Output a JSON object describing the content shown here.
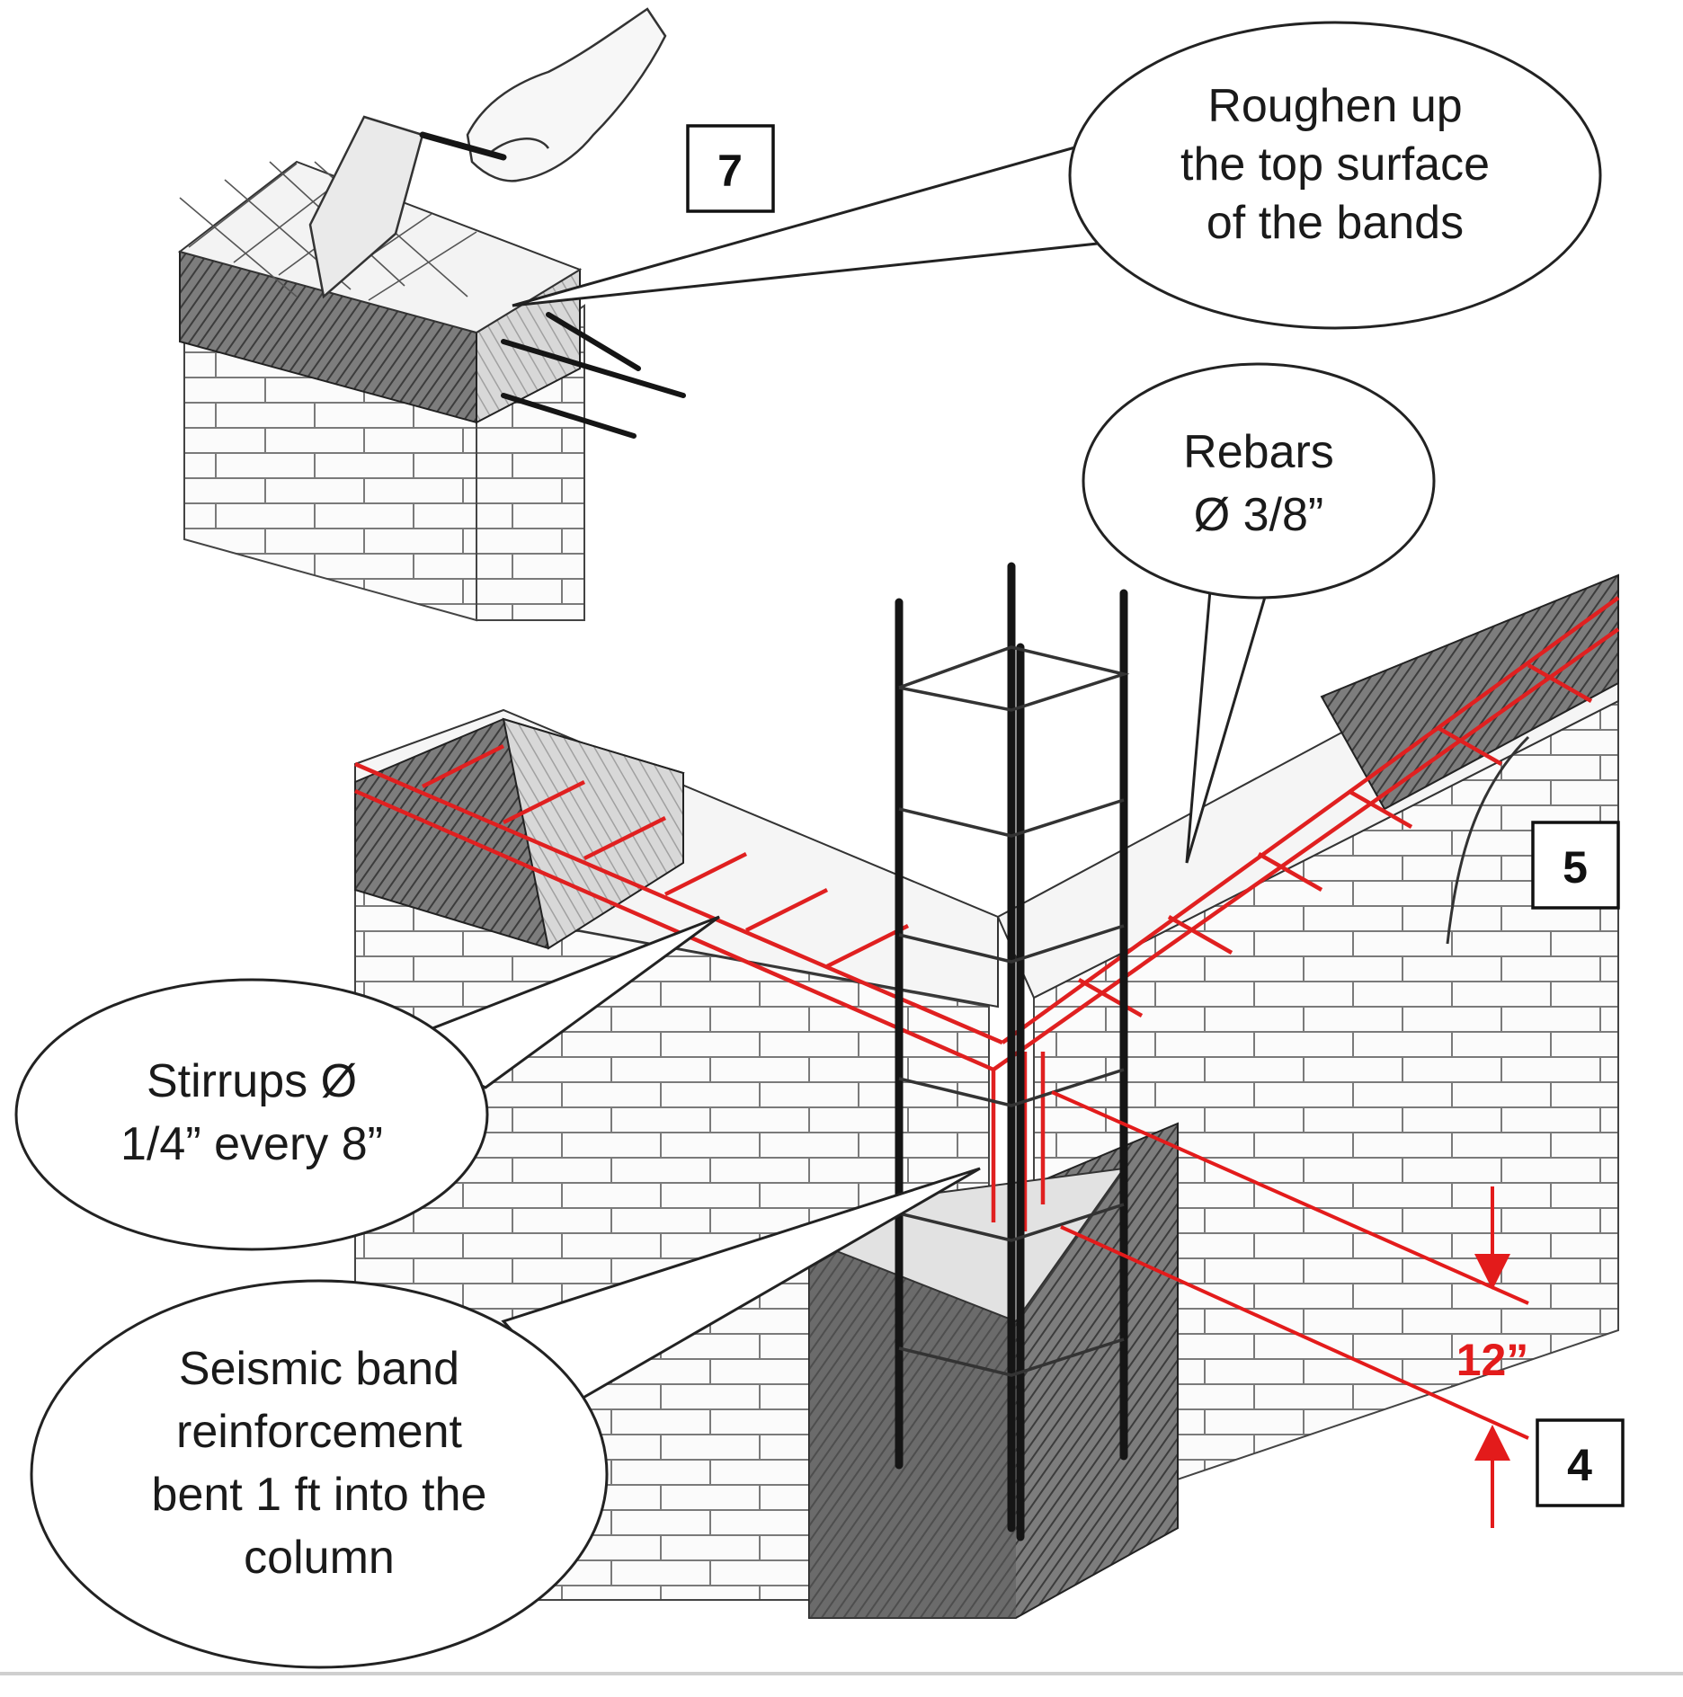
{
  "callouts": {
    "roughen": [
      "Roughen up",
      "the top surface",
      "of the bands"
    ],
    "rebars": [
      "Rebars",
      "Ø 3/8”"
    ],
    "stirrups": [
      "Stirrups Ø",
      "1/4” every 8”"
    ],
    "seismic": [
      "Seismic band",
      "reinforcement",
      "bent 1 ft into the",
      "column"
    ]
  },
  "step_numbers": {
    "step_7": "7",
    "step_5": "5",
    "step_4": "4"
  },
  "dimension": {
    "label": "12”",
    "color": "#e31b1b"
  },
  "colors": {
    "reinforcement": "#e02020",
    "rebar": "#151515",
    "ink": "#333333"
  },
  "icons": {
    "hand": "hand-with-trowel-icon"
  }
}
